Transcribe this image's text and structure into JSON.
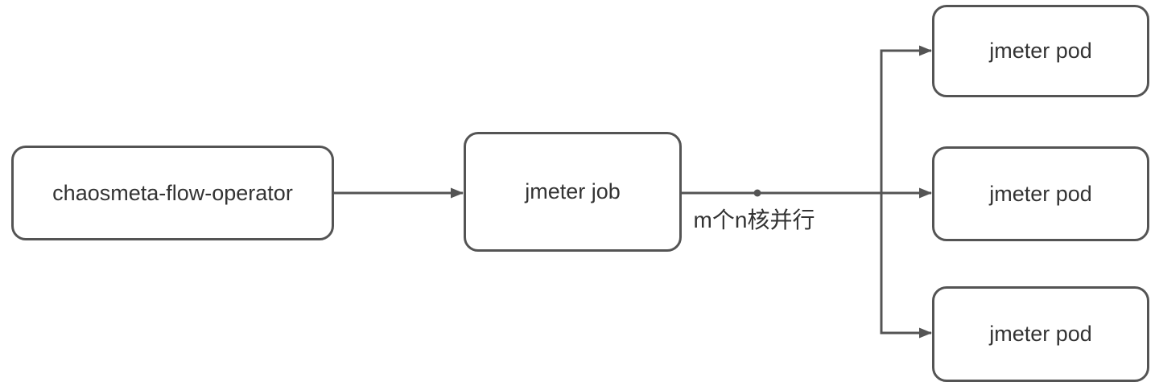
{
  "diagram": {
    "background_color": "#ffffff",
    "stroke_color": "#545454",
    "text_color": "#333333",
    "nodes": [
      {
        "id": "chaosmeta-flow-operator",
        "label": "chaosmeta-flow-operator"
      },
      {
        "id": "jmeter-job",
        "label": "jmeter job"
      },
      {
        "id": "jmeter-pod-top",
        "label": "jmeter pod"
      },
      {
        "id": "jmeter-pod-middle",
        "label": "jmeter pod"
      },
      {
        "id": "jmeter-pod-bottom",
        "label": "jmeter pod"
      }
    ],
    "edges": [
      {
        "from": "chaosmeta-flow-operator",
        "to": "jmeter-job",
        "label": ""
      },
      {
        "from": "jmeter-job",
        "to": "jmeter-pod-top",
        "label": ""
      },
      {
        "from": "jmeter-job",
        "to": "jmeter-pod-middle",
        "label": "m个n核并行"
      },
      {
        "from": "jmeter-job",
        "to": "jmeter-pod-bottom",
        "label": ""
      }
    ]
  }
}
